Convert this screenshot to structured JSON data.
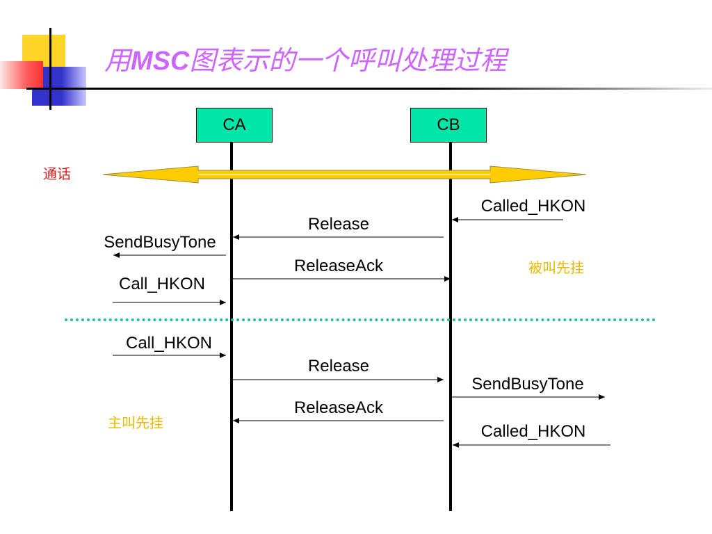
{
  "title": {
    "prefix": "用",
    "ascii": "MSC",
    "suffix": "图表示的一个呼叫处理过程"
  },
  "entities": [
    {
      "id": "ca",
      "label": "CA"
    },
    {
      "id": "cb",
      "label": "CB"
    }
  ],
  "notes": {
    "talk": "通话",
    "callee_hangs_up_first": "被叫先挂",
    "caller_hangs_up_first": "主叫先挂"
  },
  "section_callee_first": {
    "called_hkon": "Called_HKON",
    "release": "Release",
    "send_busy_tone": "SendBusyTone",
    "release_ack": "ReleaseAck",
    "call_hkon": "Call_HKON"
  },
  "section_caller_first": {
    "call_hkon": "Call_HKON",
    "release": "Release",
    "send_busy_tone": "SendBusyTone",
    "release_ack": "ReleaseAck",
    "called_hkon": "Called_HKON"
  },
  "colors": {
    "title": "#cc66ff",
    "entity_fill": "#00e5a8",
    "talk_arrow": "#ffcc00",
    "divider": "#20c0a0",
    "talk_note": "#e02020",
    "side_note": "#e6b800"
  }
}
